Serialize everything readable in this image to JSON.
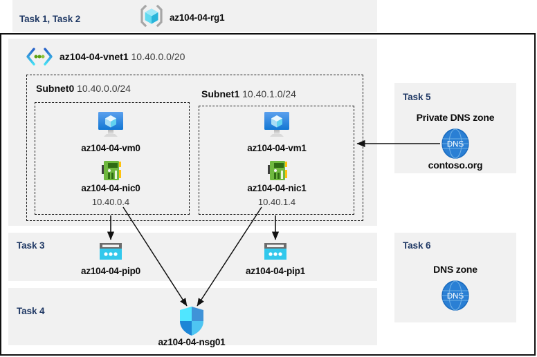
{
  "diagram": {
    "title_group": {
      "task_label": "Task 1, Task 2",
      "resource_group_name": "az104-04-rg1",
      "icon": "resource-group-icon"
    },
    "vnet": {
      "name": "az104-04-vnet1",
      "cidr": "10.40.0.0/20",
      "icon": "virtual-network-icon",
      "subnets": [
        {
          "name": "Subnet0",
          "cidr": "10.40.0.0/24",
          "vm": {
            "name": "az104-04-vm0",
            "icon": "virtual-machine-icon"
          },
          "nic": {
            "name": "az104-04-nic0",
            "ip": "10.40.0.4",
            "icon": "network-interface-icon"
          }
        },
        {
          "name": "Subnet1",
          "cidr": "10.40.1.0/24",
          "vm": {
            "name": "az104-04-vm1",
            "icon": "virtual-machine-icon"
          },
          "nic": {
            "name": "az104-04-nic1",
            "ip": "10.40.1.4",
            "icon": "network-interface-icon"
          }
        }
      ]
    },
    "task3": {
      "task_label": "Task 3",
      "public_ips": [
        {
          "name": "az104-04-pip0",
          "icon": "public-ip-icon"
        },
        {
          "name": "az104-04-pip1",
          "icon": "public-ip-icon"
        }
      ]
    },
    "task4": {
      "task_label": "Task 4",
      "nsg": {
        "name": "az104-04-nsg01",
        "icon": "network-security-group-icon"
      }
    },
    "task5": {
      "task_label": "Task 5",
      "heading": "Private DNS zone",
      "zone_name": "contoso.org",
      "icon": "dns-zone-icon",
      "icon_text": "DNS"
    },
    "task6": {
      "task_label": "Task 6",
      "heading": "DNS zone",
      "icon": "dns-zone-icon",
      "icon_text": "DNS"
    },
    "colors": {
      "task_label": "#1f3864",
      "panel_background": "#f1f1f1",
      "page_background": "#ffffff",
      "border": "#111111",
      "azure_blue": "#0078d4",
      "cyan": "#32c8ec",
      "nic_green": "#5ea83c",
      "dns_blue": "#2a7fd4"
    }
  }
}
